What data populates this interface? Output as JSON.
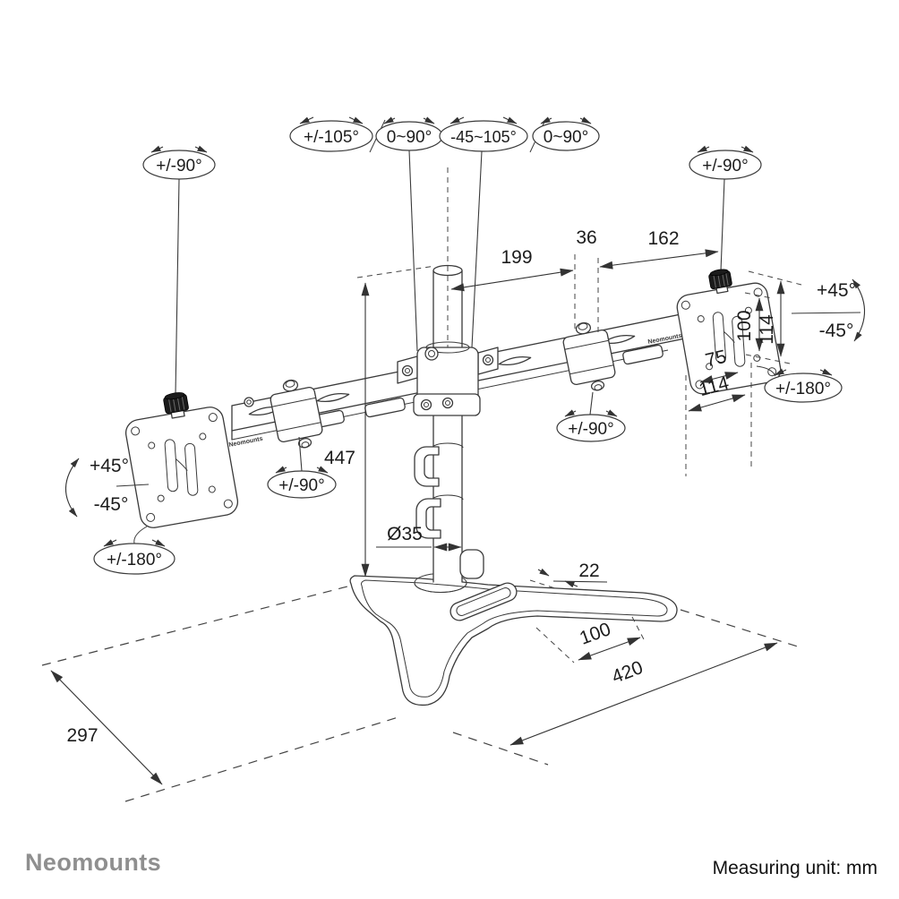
{
  "colors": {
    "line": "#3a3a3a",
    "text": "#1c1c1c",
    "logo_gray": "#8f8f8f",
    "screw_black": "#1b1b1b"
  },
  "branding": {
    "logo": "Neomounts",
    "arm_logo": "Neomounts",
    "measuring_unit": "Measuring unit: mm"
  },
  "rotation": {
    "left_post_swivel": "+/-90°",
    "right_post_swivel": "+/-90°",
    "left_arm_swing": "+/-105°",
    "left_arm_fold": "0~90°",
    "right_arm_swing": "-45~105°",
    "right_arm_fold": "0~90°",
    "left_elbow": "+/-90°",
    "right_elbow": "+/-90°",
    "left_tilt_up": "+45°",
    "left_tilt_down": "-45°",
    "left_rotate": "+/-180°",
    "right_tilt_up": "+45°",
    "right_tilt_down": "-45°",
    "right_rotate": "+/-180°"
  },
  "dims": {
    "left_arm_length": "199",
    "center_joint": "36",
    "right_arm_length": "162",
    "pole_height": "447",
    "pole_diameter": "Ø35",
    "vesa_height": "100",
    "plate_height": "114",
    "vesa_width": "75",
    "plate_width": "114",
    "base_lip": "22",
    "base_slot": "100",
    "base_width": "420",
    "base_depth": "297"
  }
}
